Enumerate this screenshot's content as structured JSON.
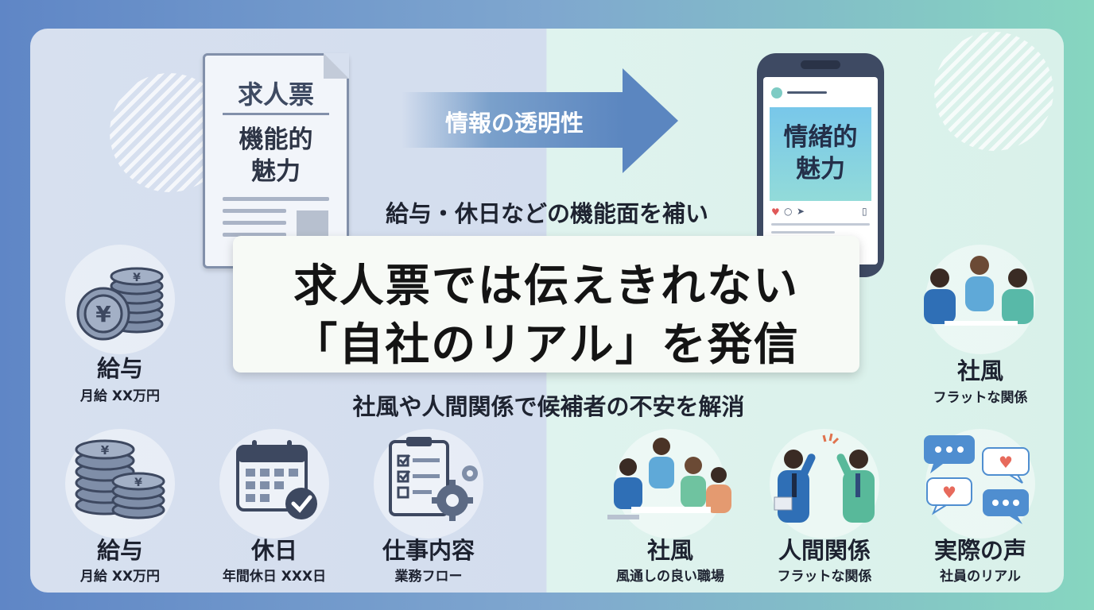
{
  "document": {
    "title": "求人票",
    "subtitle_line1": "機能的",
    "subtitle_line2": "魅力"
  },
  "arrow": {
    "label": "情報の透明性"
  },
  "phone": {
    "post_line1": "情緒的",
    "post_line2": "魅力"
  },
  "center": {
    "subtitle_top": "給与・休日などの機能面を補い",
    "headline_line1": "求人票では伝えきれない",
    "headline_line2": "「自社のリアル」を発信",
    "subtitle_bottom": "社風や人間関係で候補者の不安を解消"
  },
  "left_items": [
    {
      "title": "給与",
      "detail": "月給 XX万円",
      "icon": "coins-icon"
    },
    {
      "title": "給与",
      "detail": "月給 XX万円",
      "icon": "coin-stack-icon"
    },
    {
      "title": "休日",
      "detail": "年間休日 XXX日",
      "icon": "calendar-check-icon"
    },
    {
      "title": "仕事内容",
      "detail": "業務フロー",
      "icon": "checklist-gear-icon"
    }
  ],
  "right_items": [
    {
      "title": "社風",
      "detail": "フラットな関係",
      "icon": "team-meeting-icon"
    },
    {
      "title": "社風",
      "detail": "風通しの良い職場",
      "icon": "team-discussion-icon"
    },
    {
      "title": "人間関係",
      "detail": "フラットな関係",
      "icon": "high-five-icon"
    },
    {
      "title": "実際の声",
      "detail": "社員のリアル",
      "icon": "chat-bubbles-icon"
    }
  ],
  "colors": {
    "left_panel": "#d3ddee",
    "right_panel": "#dcf2ec",
    "arrow": "#5b86c0",
    "phone_frame": "#3e4a63",
    "accent_teal": "#7ecbc4"
  }
}
